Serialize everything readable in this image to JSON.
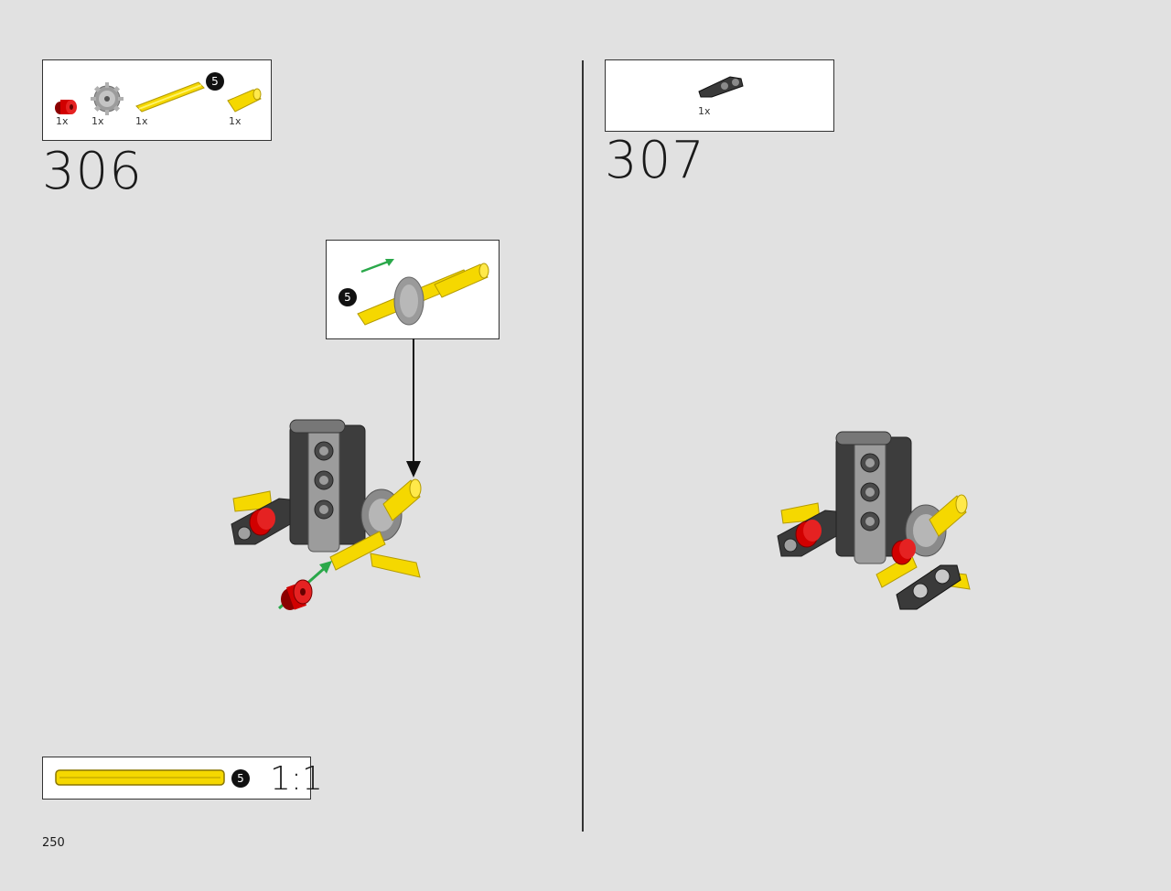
{
  "page_number": "250",
  "step_306": {
    "number": "306",
    "parts": [
      {
        "name": "red-bush",
        "qty": "1x"
      },
      {
        "name": "gear-16-tooth",
        "qty": "1x"
      },
      {
        "name": "axle-5",
        "qty": "1x",
        "length_badge": "5"
      },
      {
        "name": "axle-extension",
        "qty": "1x"
      }
    ],
    "callout_badge": "5",
    "scale": {
      "badge": "5",
      "label": "1:1"
    }
  },
  "step_307": {
    "number": "307",
    "parts": [
      {
        "name": "black-beam-connector",
        "qty": "1x"
      }
    ]
  },
  "colors": {
    "background": "#e1e1e1",
    "axle_yellow": "#f5d800",
    "bush_red": "#d10000",
    "beam_dark": "#3a3a3a",
    "light_gray": "#a8a8a8",
    "arrow_green": "#2aa84a"
  }
}
